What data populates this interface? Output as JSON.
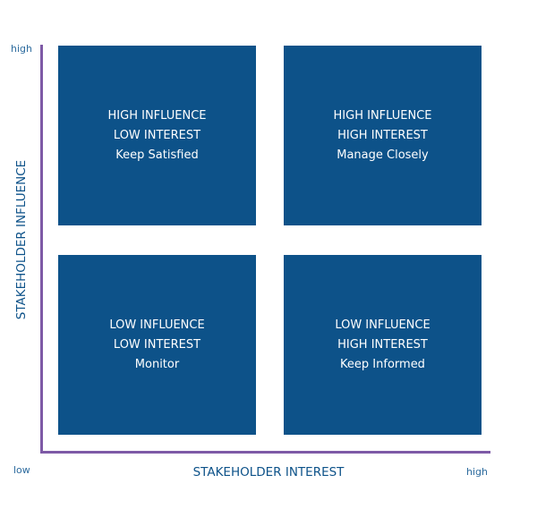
{
  "chart_data": {
    "type": "quadrant-matrix",
    "title": "",
    "xlabel": "STAKEHOLDER INTEREST",
    "ylabel": "STAKEHOLDER INFLUENCE",
    "x_ticks": {
      "low": "low",
      "high": "high"
    },
    "y_ticks": {
      "low": "low",
      "high": "high"
    },
    "quadrants": [
      {
        "position": "top-left",
        "line1": "HIGH INFLUENCE",
        "line2": "LOW INTEREST",
        "strategy": "Keep Satisfied"
      },
      {
        "position": "top-right",
        "line1": "HIGH INFLUENCE",
        "line2": "HIGH INTEREST",
        "strategy": "Manage Closely"
      },
      {
        "position": "bottom-left",
        "line1": "LOW INFLUENCE",
        "line2": "LOW INTEREST",
        "strategy": "Monitor"
      },
      {
        "position": "bottom-right",
        "line1": "LOW INFLUENCE",
        "line2": "HIGH INTEREST",
        "strategy": "Keep Informed"
      }
    ]
  },
  "colors": {
    "box": "#0d5289",
    "axis": "#7e5aa6",
    "label": "#0d5289"
  }
}
